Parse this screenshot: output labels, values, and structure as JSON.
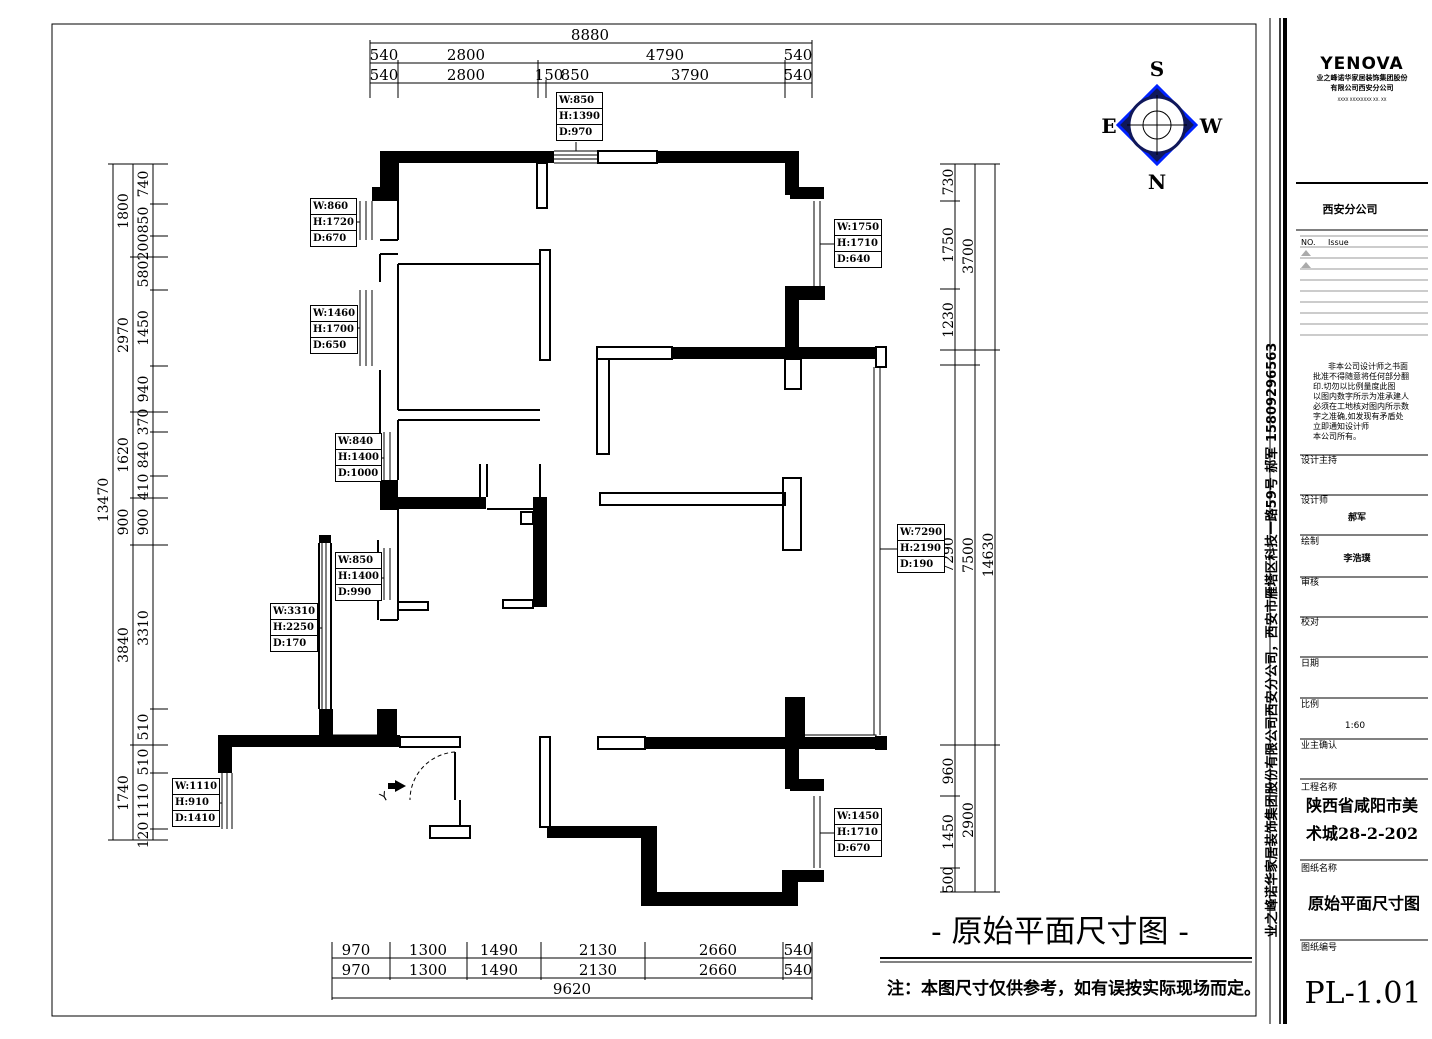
{
  "drawing": {
    "title": "- 原始平面尺寸图 -",
    "note": "注：本图尺寸仅供参考，如有误按实际现场而定。",
    "compass": {
      "n": "N",
      "s": "S",
      "e": "E",
      "w": "W"
    },
    "entrance_marker": "Y",
    "top_dims": {
      "total": "8880",
      "row1": [
        "540",
        "2800",
        "4790",
        "540"
      ],
      "row2": [
        "540",
        "2800",
        "150",
        "850",
        "3790",
        "540"
      ]
    },
    "bottom_dims": {
      "total": "9620",
      "row1": [
        "970",
        "1300",
        "1490",
        "2130",
        "2660",
        "540"
      ],
      "row2": [
        "970",
        "1300",
        "1490",
        "2130",
        "2660",
        "540"
      ]
    },
    "left_dims": {
      "total": "13470",
      "outer": [
        "1800",
        "2970",
        "1620",
        "900",
        "3840",
        "1740"
      ],
      "inner": [
        "740",
        "850",
        "200",
        "580",
        "1450",
        "940",
        "370",
        "840",
        "410",
        "900",
        "3310",
        "510",
        "510",
        "1110",
        "120"
      ]
    },
    "right_dims": {
      "total": "14630",
      "outer": [
        "3700",
        "7500",
        "2900"
      ],
      "inner": [
        "730",
        "1750",
        "1230",
        "7290",
        "960",
        "1450",
        "500"
      ]
    },
    "windows": [
      {
        "w": "W:850",
        "h": "H:1390",
        "d": "D:970"
      },
      {
        "w": "W:860",
        "h": "H:1720",
        "d": "D:670"
      },
      {
        "w": "W:1460",
        "h": "H:1700",
        "d": "D:650"
      },
      {
        "w": "W:840",
        "h": "H:1400",
        "d": "D:1000"
      },
      {
        "w": "W:850",
        "h": "H:1400",
        "d": "D:990"
      },
      {
        "w": "W:3310",
        "h": "H:2250",
        "d": "D:170"
      },
      {
        "w": "W:1110",
        "h": "H:910",
        "d": "D:1410"
      },
      {
        "w": "W:1750",
        "h": "H:1710",
        "d": "D:640"
      },
      {
        "w": "W:7290",
        "h": "H:2190",
        "d": "D:190"
      },
      {
        "w": "W:1450",
        "h": "H:1710",
        "d": "D:670"
      }
    ]
  },
  "side_text": "业之峰诺华家居装饰集团股份有限公司西安分公司，西安市雁塔区科技一路59号  郝军  15809296563",
  "title_block": {
    "logo": "YENOVA",
    "company_line1": "业之峰诺华家居装饰集团股份",
    "company_line2": "有限公司西安分公司",
    "tiny_line": "XXXX XXXXXXXX XX. XX",
    "branch": "西安分公司",
    "issue_no": "NO.",
    "issue_label": "Issue",
    "disclaimer": [
      "非本公司设计师之书面",
      "批准不得随意将任何部分翻",
      "印.切勿以比例量度此图",
      "以图内数字所示为准承建人",
      "必须在工地核对图内所示数",
      "字之准确,如发现有矛盾处",
      "立即通知设计师",
      "本公司所有。"
    ],
    "design_lead_label": "设计主持",
    "designer_label": "设计师",
    "designer": "郝军",
    "drafter_label": "绘制",
    "drafter": "李浩璞",
    "review_label": "审核",
    "check_label": "校对",
    "date_label": "日期",
    "scale_label": "比例",
    "scale": "1:60",
    "owner_label": "业主确认",
    "project_label": "工程名称",
    "project_line1": "陕西省咸阳市美",
    "project_line2": "术城28-2-202",
    "drawing_name_label": "图纸名称",
    "drawing_name": "原始平面尺寸图",
    "drawing_no_label": "图纸编号",
    "drawing_no": "PL-1.01"
  }
}
